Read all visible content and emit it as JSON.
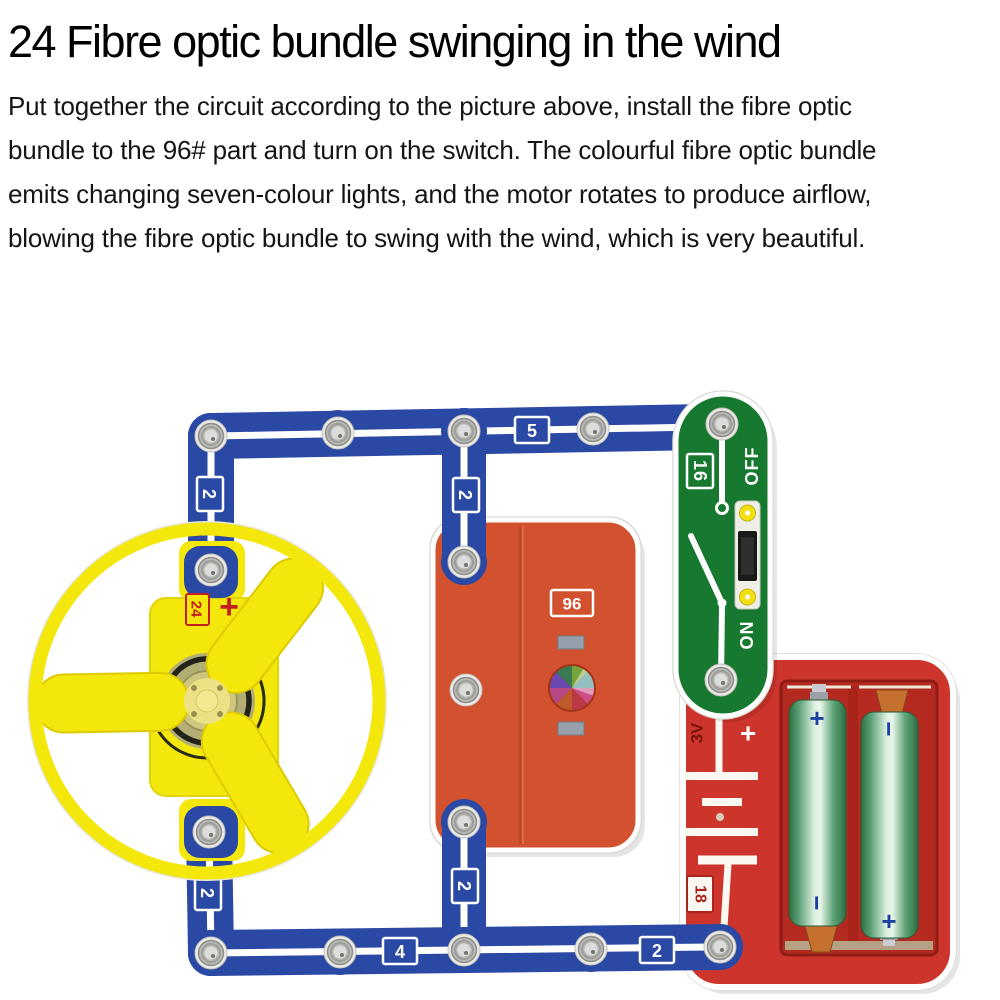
{
  "title": "24 Fibre optic bundle swinging in the wind",
  "description": {
    "lines": [
      "Put together the circuit according to the picture above, install the fibre optic",
      "bundle to the 96# part and turn on the switch. The colourful fibre optic bundle",
      "emits changing seven-colour lights, and the motor rotates to produce airflow,",
      "blowing the fibre optic bundle to swing with the wind, which is very beautiful."
    ]
  },
  "diagram": {
    "wire_labels": {
      "two": "2",
      "five": "5",
      "four": "4"
    },
    "motor": {
      "id": "24",
      "polarity": "+"
    },
    "fibre_part": {
      "id": "96"
    },
    "switch": {
      "id": "16",
      "off": "OFF",
      "on": "ON"
    },
    "battery": {
      "id": "18",
      "voltage": "3V",
      "polarity": "+",
      "left_cell": {
        "top": "+",
        "bottom": "−"
      },
      "right_cell": {
        "top": "−",
        "bottom": "+"
      }
    },
    "colors": {
      "wire_blue": "#2a49a5",
      "part_orange": "#d2512e",
      "part_green": "#17782f",
      "part_red": "#cd352c",
      "motor_yellow": "#f3e70c",
      "label_red": "#c41f1f",
      "battery_mark_blue": "#1d3fa0"
    }
  }
}
